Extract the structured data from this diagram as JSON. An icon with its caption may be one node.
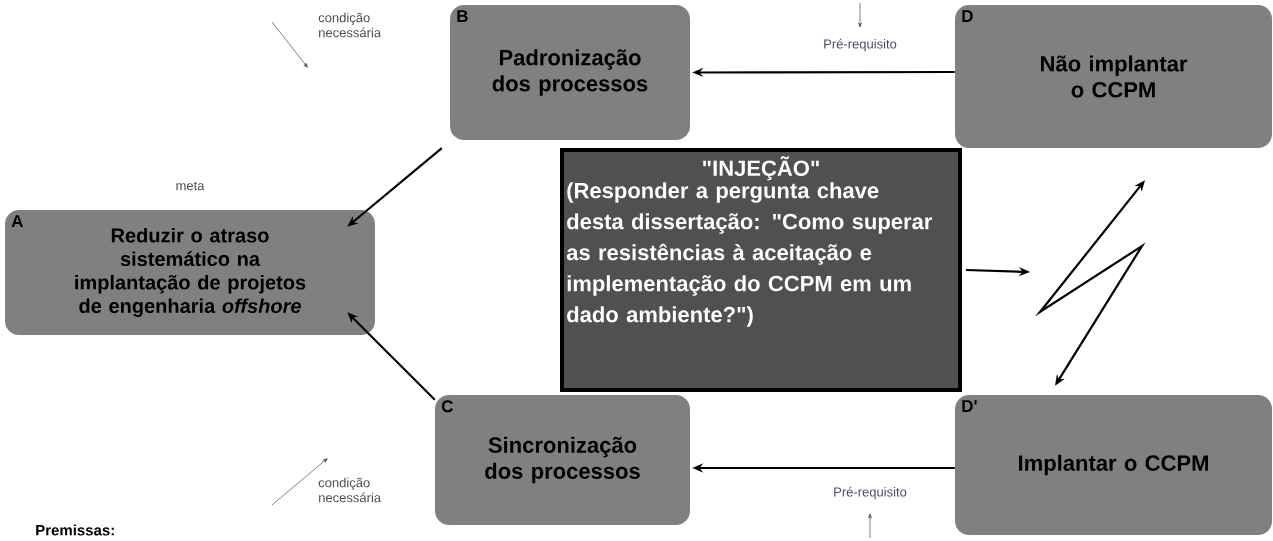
{
  "diagram": {
    "nodes": [
      {
        "text": [
          "A",
          "Reduzir o atraso sistemático na implantação de projetos de engenharia *offshore*"
        ],
        "beside": [
          "meta"
        ]
      },
      {
        "text": [
          "B",
          "Padronização dos processos"
        ]
      },
      {
        "text": [
          "C",
          "Sincronização dos processos"
        ]
      },
      {
        "text": [
          "D",
          "Não implantar o CCPM"
        ]
      },
      {
        "text": [
          "D'",
          "Implantar o CCPM"
        ]
      },
      {
        "text": [
          "\"INJEÇÃO\"",
          "(Responder a pergunta chave desta dissertação: \"Como superar as resistências à aceitação e implementação do CCPM em um dado ambiente?\")"
        ]
      }
    ],
    "edges": [
      {
        "from": 1,
        "to": 0,
        "arrow": "to"
      },
      {
        "from": 2,
        "to": 0,
        "arrow": "to"
      },
      {
        "from": 3,
        "to": 1,
        "arrow": "to",
        "label": "Pré-requisito"
      },
      {
        "from": 4,
        "to": 2,
        "arrow": "to",
        "label": "Pré-requisito"
      },
      {
        "from": 3,
        "to": 4,
        "arrow": "both"
      },
      {
        "from": 5,
        "to": null,
        "arrow": "to"
      }
    ],
    "labels": [
      "condição necessária",
      "condição necessária",
      "Premissas:"
    ]
  }
}
